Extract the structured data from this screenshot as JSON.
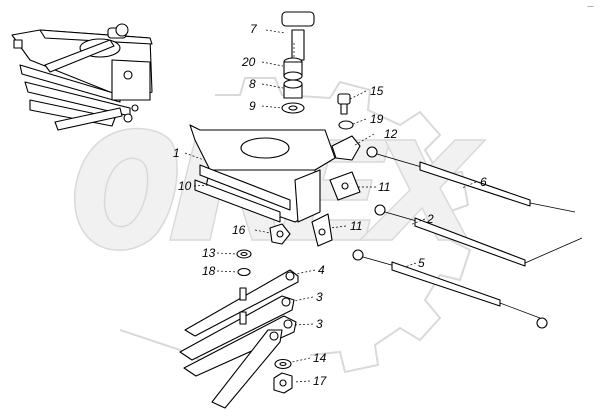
{
  "corner_mark": "—",
  "watermark": {
    "text": "OREX",
    "color": "#e6e6e6"
  },
  "callouts": [
    "7",
    "20",
    "8",
    "9",
    "15",
    "19",
    "12",
    "1",
    "6",
    "10",
    "11",
    "2",
    "16",
    "11",
    "5",
    "13",
    "4",
    "18",
    "3",
    "3",
    "14",
    "17"
  ]
}
